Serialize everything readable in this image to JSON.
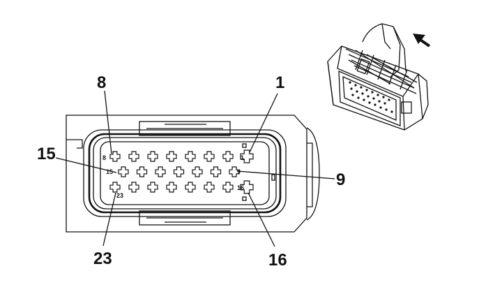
{
  "callouts": {
    "c8": "8",
    "c1": "1",
    "c15": "15",
    "c9": "9",
    "c23": "23",
    "c16": "16"
  },
  "pin_labels": {
    "p8": "8",
    "p1": "1",
    "p15": "15",
    "p9": "9",
    "p23": "23",
    "p16": "16"
  },
  "connector": {
    "row1_pins": 8,
    "row2_pins": 7,
    "row3_pins": 8,
    "total_pins": 23
  },
  "icons": {
    "arrow": "insertion-arrow-icon",
    "isometric": "connector-isometric-icon"
  }
}
